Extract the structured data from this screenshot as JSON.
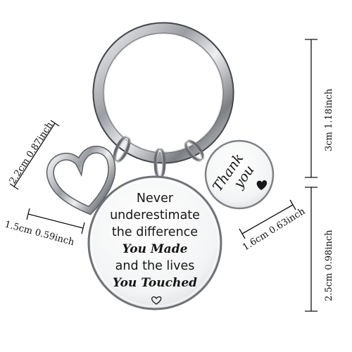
{
  "product": {
    "main_tag_lines": [
      "Never",
      "underestimate",
      "the difference",
      "You Made",
      "and the lives",
      "You Touched"
    ],
    "thank_you_tag_lines": [
      "Thank",
      "you"
    ]
  },
  "dimensions": {
    "heart_tag_height": "2.2cm 0.87inch",
    "heart_tag_width": "1.5cm  0.59inch",
    "small_tag_diameter": "1.6cm 0.63inch",
    "key_ring_diameter": "3cm  1.18inch",
    "main_tag_diameter": "2.5cm 0.98inch"
  },
  "colors": {
    "background": "#ffffff",
    "metal": "#c7c9cc",
    "engraving": "#161616",
    "dimension_lines": "#111111"
  }
}
